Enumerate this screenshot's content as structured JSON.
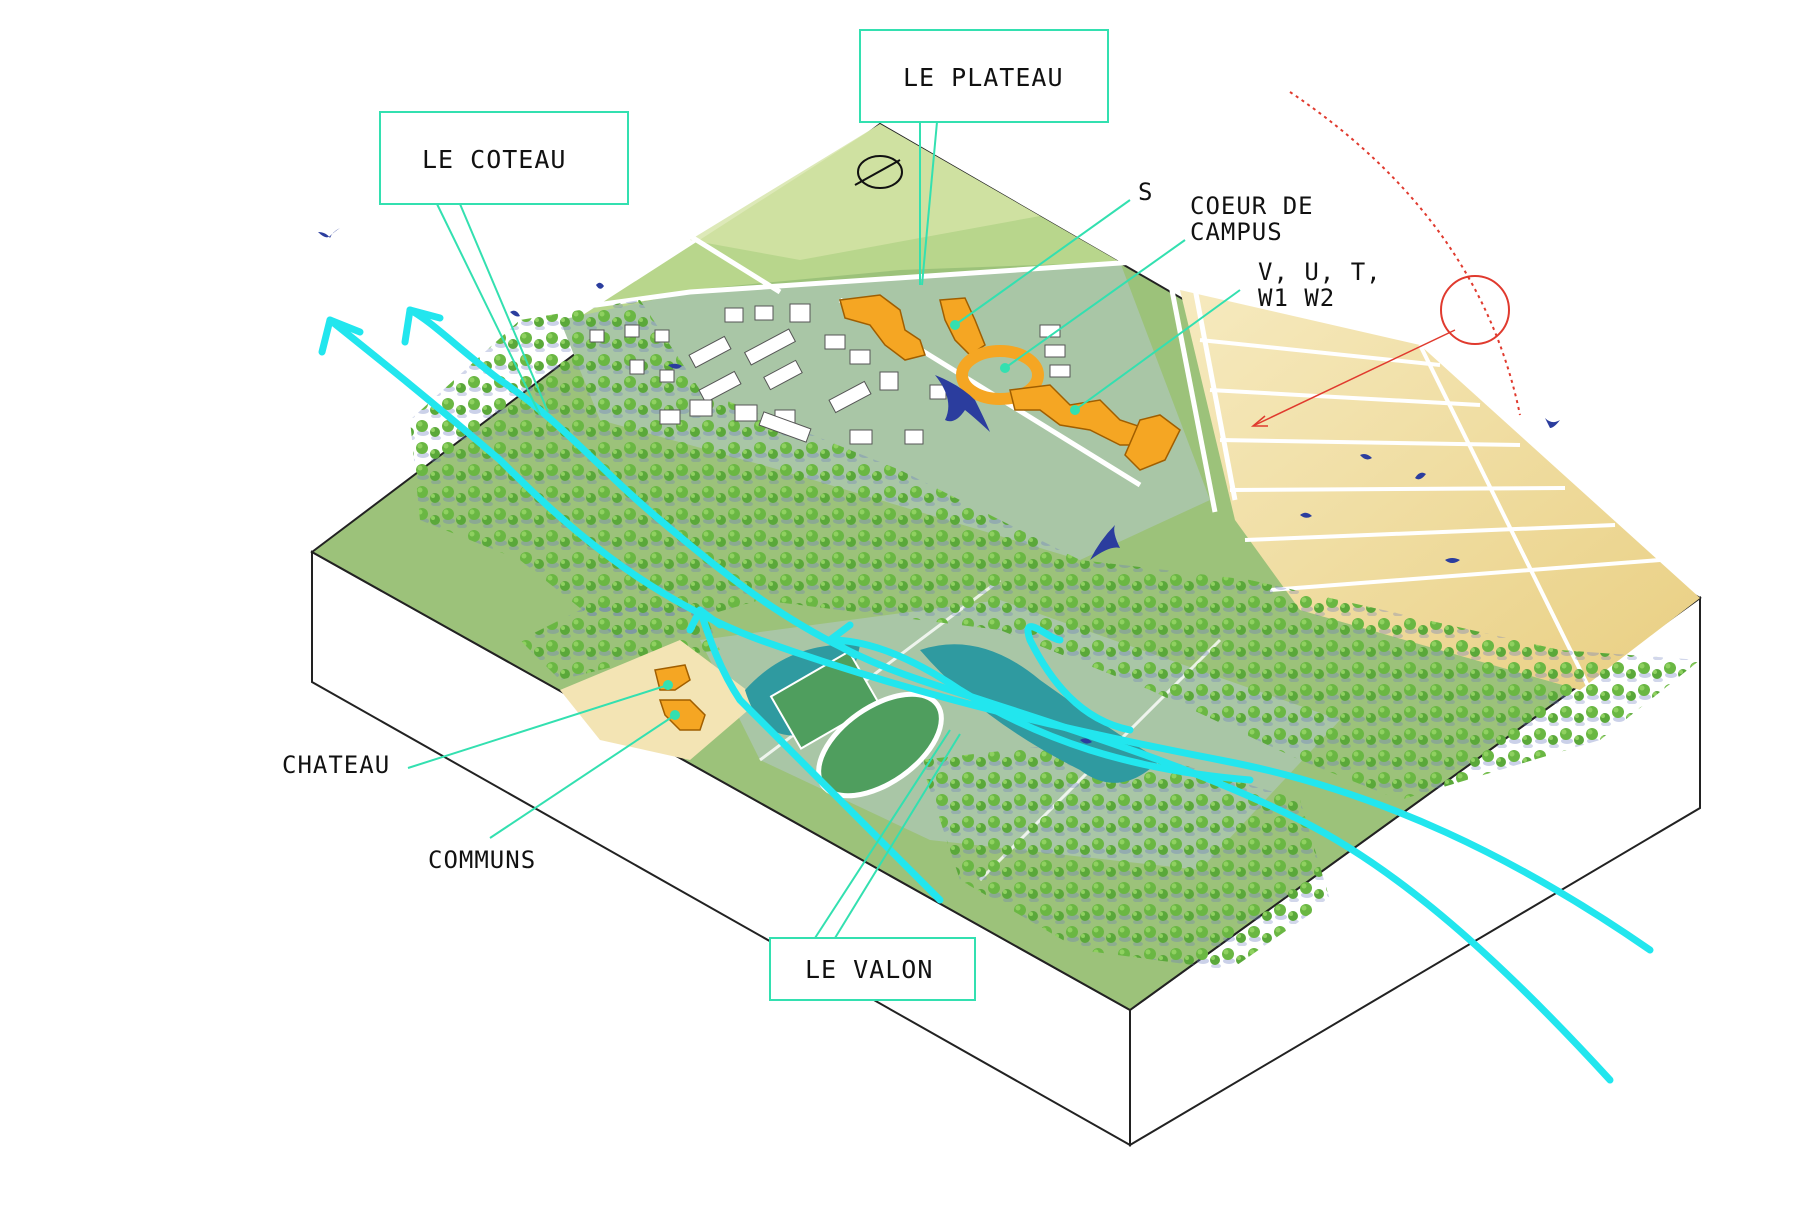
{
  "labels": {
    "plateau": "LE PLATEAU",
    "coteau": "LE COTEAU",
    "valon": "LE VALON",
    "s": "S",
    "coeur_line1": "COEUR DE",
    "coeur_line2": "CAMPUS",
    "vut_line1": "V, U, T,",
    "vut_line2": "W1 W2",
    "chateau": "CHATEAU",
    "communs": "COMMUNS"
  },
  "colors": {
    "terrain_light": "#b9d48c",
    "terrain_mid": "#9cc27a",
    "campus_ground": "#a9c6a6",
    "fields": "#f2e3a8",
    "water": "#2f9aa0",
    "buildings_highlight": "#f5a623",
    "buildings_plain": "#ffffff",
    "trees": "#6ab743",
    "flow_arrows": "#22e6ee",
    "callout": "#33e0b0",
    "sun_path": "#e03a2e",
    "birds": "#2b3d9e"
  }
}
